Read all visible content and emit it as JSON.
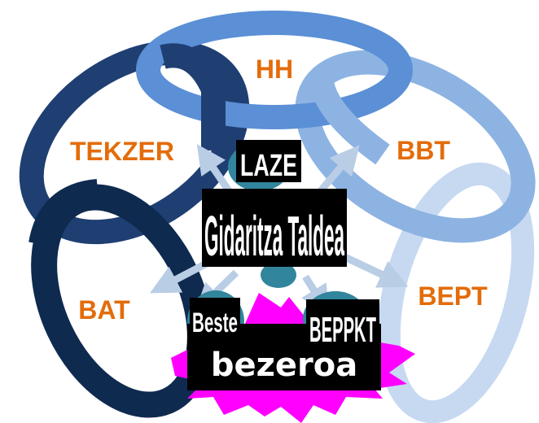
{
  "rings": {
    "hh": "HH",
    "bbt": "BBT",
    "bept": "BEPT",
    "bat": "BAT",
    "tekzer": "TEKZER"
  },
  "center": {
    "laze": "LAZE",
    "gidaritza": "Gidaritza Taldea",
    "beste": "Beste",
    "beppkt": "BEPPKT",
    "bezeroa": "bezeroa"
  },
  "colors": {
    "ring_hh": "#5b8fd6",
    "ring_bbt": "#8db3e2",
    "ring_bept": "#c6d9f1",
    "ring_bat": "#0f2a4f",
    "ring_tekzer": "#1f3f73",
    "label": "#e36c0a",
    "star": "#ff00ff",
    "teal": "#31859c",
    "arrow": "#b9cde5"
  }
}
